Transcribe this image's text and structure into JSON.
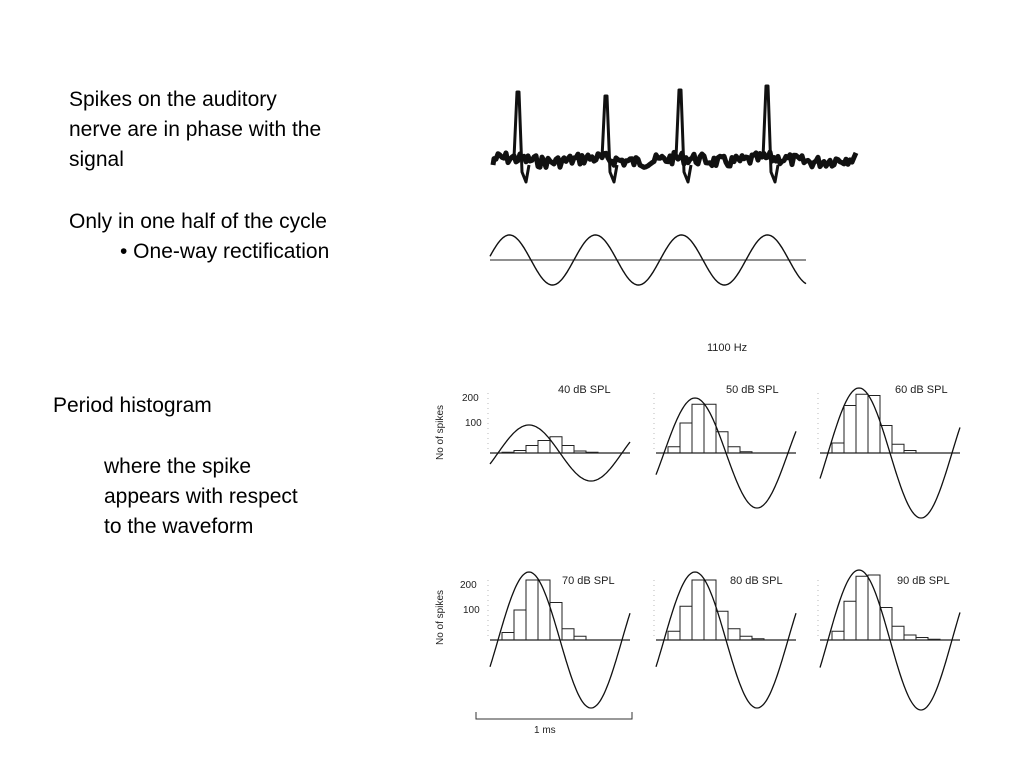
{
  "text": {
    "spikes_line1": "Spikes on the auditory",
    "spikes_line2": "nerve are in phase with the",
    "spikes_line3": "signal",
    "half_cycle": "Only in one half of the cycle",
    "bullet": "• One-way rectification",
    "period_histogram": "Period histogram",
    "where_line1": "where the spike",
    "where_line2": "appears with respect",
    "where_line3": "to the waveform"
  },
  "figure": {
    "frequency": "1100 Hz",
    "y_axis_label": "No of spikes",
    "y_tick_200": "200",
    "y_tick_100": "100",
    "time_scale": "1 ms",
    "panels": [
      {
        "label": "40 dB SPL",
        "bins": [
          3,
          10,
          30,
          50,
          65,
          30,
          8,
          3,
          0
        ]
      },
      {
        "label": "50 dB SPL",
        "bins": [
          25,
          120,
          195,
          195,
          85,
          25,
          5,
          0,
          0
        ]
      },
      {
        "label": "60 dB SPL",
        "bins": [
          40,
          190,
          235,
          230,
          110,
          35,
          10,
          0,
          0
        ]
      },
      {
        "label": "70 dB SPL",
        "bins": [
          30,
          120,
          240,
          240,
          150,
          45,
          15,
          0,
          0
        ]
      },
      {
        "label": "80 dB SPL",
        "bins": [
          35,
          135,
          240,
          240,
          115,
          45,
          15,
          5,
          0
        ]
      },
      {
        "label": "90 dB SPL",
        "bins": [
          35,
          155,
          255,
          260,
          130,
          55,
          20,
          10,
          3
        ]
      }
    ]
  }
}
